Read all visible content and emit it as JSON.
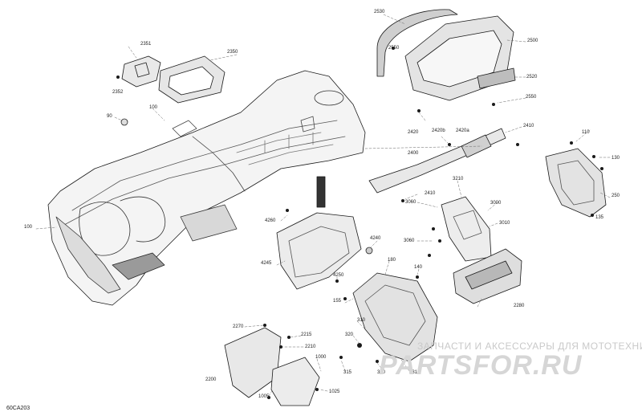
{
  "diagram": {
    "code": "60CA203",
    "watermark_text": "ЗАПЧАСТИ И АКСЕССУАРЫ ДЛЯ МОТОТЕХНИКИ",
    "logo_text": "PARTSFOR.RU",
    "callouts": [
      "2530",
      "2351",
      "2350",
      "2500",
      "2352",
      "2550",
      "2520",
      "2550",
      "90",
      "100",
      "2420",
      "2420b",
      "2420a",
      "2410",
      "110",
      "130",
      "2400",
      "250",
      "3210",
      "2410",
      "135",
      "4260",
      "3000",
      "3010",
      "4240",
      "3060",
      "100",
      "4245",
      "3060",
      "180",
      "140",
      "4250",
      "2280",
      "155",
      "310",
      "2270",
      "2215",
      "320",
      "2210",
      "1000",
      "315",
      "330",
      "2310",
      "2200",
      "1005",
      "1025"
    ]
  }
}
